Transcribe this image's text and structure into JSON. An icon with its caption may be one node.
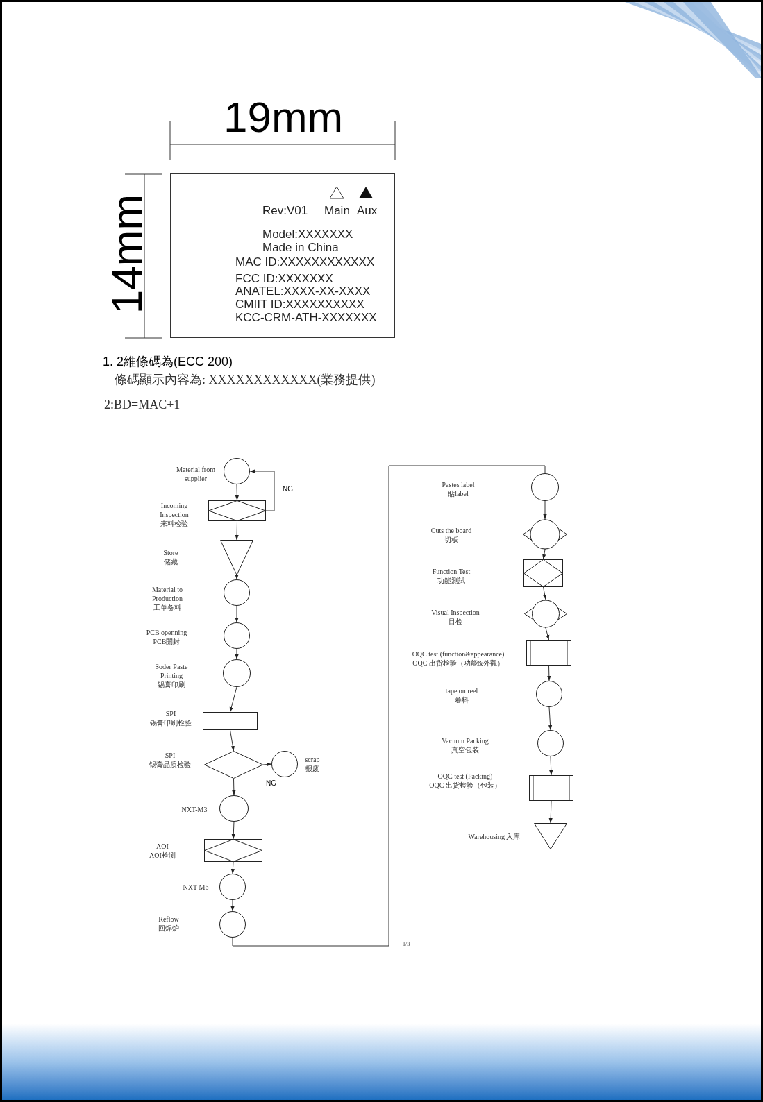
{
  "diagram": {
    "nodes": [
      {
        "text": [
          "Rev:V01",
          "Main",
          "Aux",
          "Model:XXXXXXX",
          "Made in China",
          "MAC ID:XXXXXXXXXXXX",
          "FCC ID:XXXXXXX",
          "ANATEL:XXXX-XX-XXXX",
          "CMIIT ID:XXXXXXXXXX",
          "KCC-CRM-ATH-XXXXXXX"
        ]
      },
      {
        "text": [],
        "shape": "circle",
        "beside": [
          "Material from supplier"
        ]
      },
      {
        "text": [],
        "shape": "boxed-diamond",
        "beside": [
          "Incoming Inspection",
          "来料检验"
        ]
      },
      {
        "text": [],
        "shape": "triangle",
        "beside": [
          "Store",
          "储藏"
        ]
      },
      {
        "text": [],
        "shape": "circle",
        "beside": [
          "Material to Production",
          "工单备料"
        ]
      },
      {
        "text": [],
        "shape": "circle",
        "beside": [
          "PCB openning",
          "PCB開封"
        ]
      },
      {
        "text": [],
        "shape": "circle",
        "beside": [
          "Soder Paste Printing",
          "锡膏印刷"
        ]
      },
      {
        "text": [],
        "shape": "box",
        "beside": [
          "SPI",
          "锡膏印刷检验"
        ]
      },
      {
        "text": [],
        "shape": "diamond",
        "beside": [
          "SPI",
          "锡膏品质检验"
        ]
      },
      {
        "text": [],
        "shape": "circle",
        "beside": [
          "scrap",
          "报废"
        ]
      },
      {
        "text": [],
        "shape": "circle",
        "beside": [
          "NXT-M3"
        ]
      },
      {
        "text": [],
        "shape": "boxed-diamond",
        "beside": [
          "AOI",
          "AOI检测"
        ]
      },
      {
        "text": [],
        "shape": "circle",
        "beside": [
          "NXT-M6"
        ]
      },
      {
        "text": [],
        "shape": "circle",
        "beside": [
          "Reflow",
          "回焊炉"
        ]
      },
      {
        "text": [],
        "shape": "circle",
        "beside": [
          "Pastes label",
          "貼label"
        ]
      },
      {
        "text": [],
        "shape": "diamond-circle",
        "beside": [
          "Cuts the board",
          "切板"
        ]
      },
      {
        "text": [],
        "shape": "boxed-diamond",
        "beside": [
          "Function Test",
          "功能測試"
        ]
      },
      {
        "text": [],
        "shape": "diamond-circle",
        "beside": [
          "Visual Inspection",
          "目检"
        ]
      },
      {
        "text": [],
        "shape": "subprocess",
        "beside": [
          "OQC test (function&appearance)",
          "OQC 出货检验（功能&外觀）"
        ]
      },
      {
        "text": [],
        "shape": "circle",
        "beside": [
          "tape on reel",
          "卷料"
        ]
      },
      {
        "text": [],
        "shape": "circle",
        "beside": [
          "Vacuum Packing",
          "真空包装"
        ]
      },
      {
        "text": [],
        "shape": "subprocess",
        "beside": [
          "OQC test (Packing)",
          "OQC 出货检验（包装）"
        ]
      },
      {
        "text": [],
        "shape": "triangle",
        "beside": [
          "Warehousing 入库"
        ]
      }
    ],
    "edges": [
      {
        "from": 1,
        "to": 2,
        "arrow": "to"
      },
      {
        "from": 2,
        "to": 1,
        "arrow": "to",
        "label": "NG"
      },
      {
        "from": 2,
        "to": 3,
        "arrow": "to"
      },
      {
        "from": 3,
        "to": 4,
        "arrow": "to"
      },
      {
        "from": 4,
        "to": 5,
        "arrow": "to"
      },
      {
        "from": 5,
        "to": 6,
        "arrow": "to"
      },
      {
        "from": 6,
        "to": 7,
        "arrow": "to"
      },
      {
        "from": 7,
        "to": 8,
        "arrow": "to"
      },
      {
        "from": 8,
        "to": 9,
        "arrow": "to",
        "label": "NG"
      },
      {
        "from": 8,
        "to": 10,
        "arrow": "to"
      },
      {
        "from": 10,
        "to": 11,
        "arrow": "to"
      },
      {
        "from": 11,
        "to": 12,
        "arrow": "to"
      },
      {
        "from": 12,
        "to": 13,
        "arrow": "to"
      },
      {
        "from": 13,
        "to": 14,
        "arrow": "none"
      },
      {
        "from": 14,
        "to": 15,
        "arrow": "to"
      },
      {
        "from": 15,
        "to": 16,
        "arrow": "to"
      },
      {
        "from": 16,
        "to": 17,
        "arrow": "to"
      },
      {
        "from": 17,
        "to": 18,
        "arrow": "to"
      },
      {
        "from": 18,
        "to": 19,
        "arrow": "to"
      },
      {
        "from": 19,
        "to": 20,
        "arrow": "to"
      },
      {
        "from": 20,
        "to": 21,
        "arrow": "to"
      },
      {
        "from": 21,
        "to": 22,
        "arrow": "to"
      }
    ],
    "labels": [
      "19mm",
      "14mm",
      "1. 2維條碼為(ECC 200)",
      "條碼顯示內容為: XXXXXXXXXXXX(業務提供)",
      "2:BD=MAC+1",
      "1/3"
    ]
  }
}
